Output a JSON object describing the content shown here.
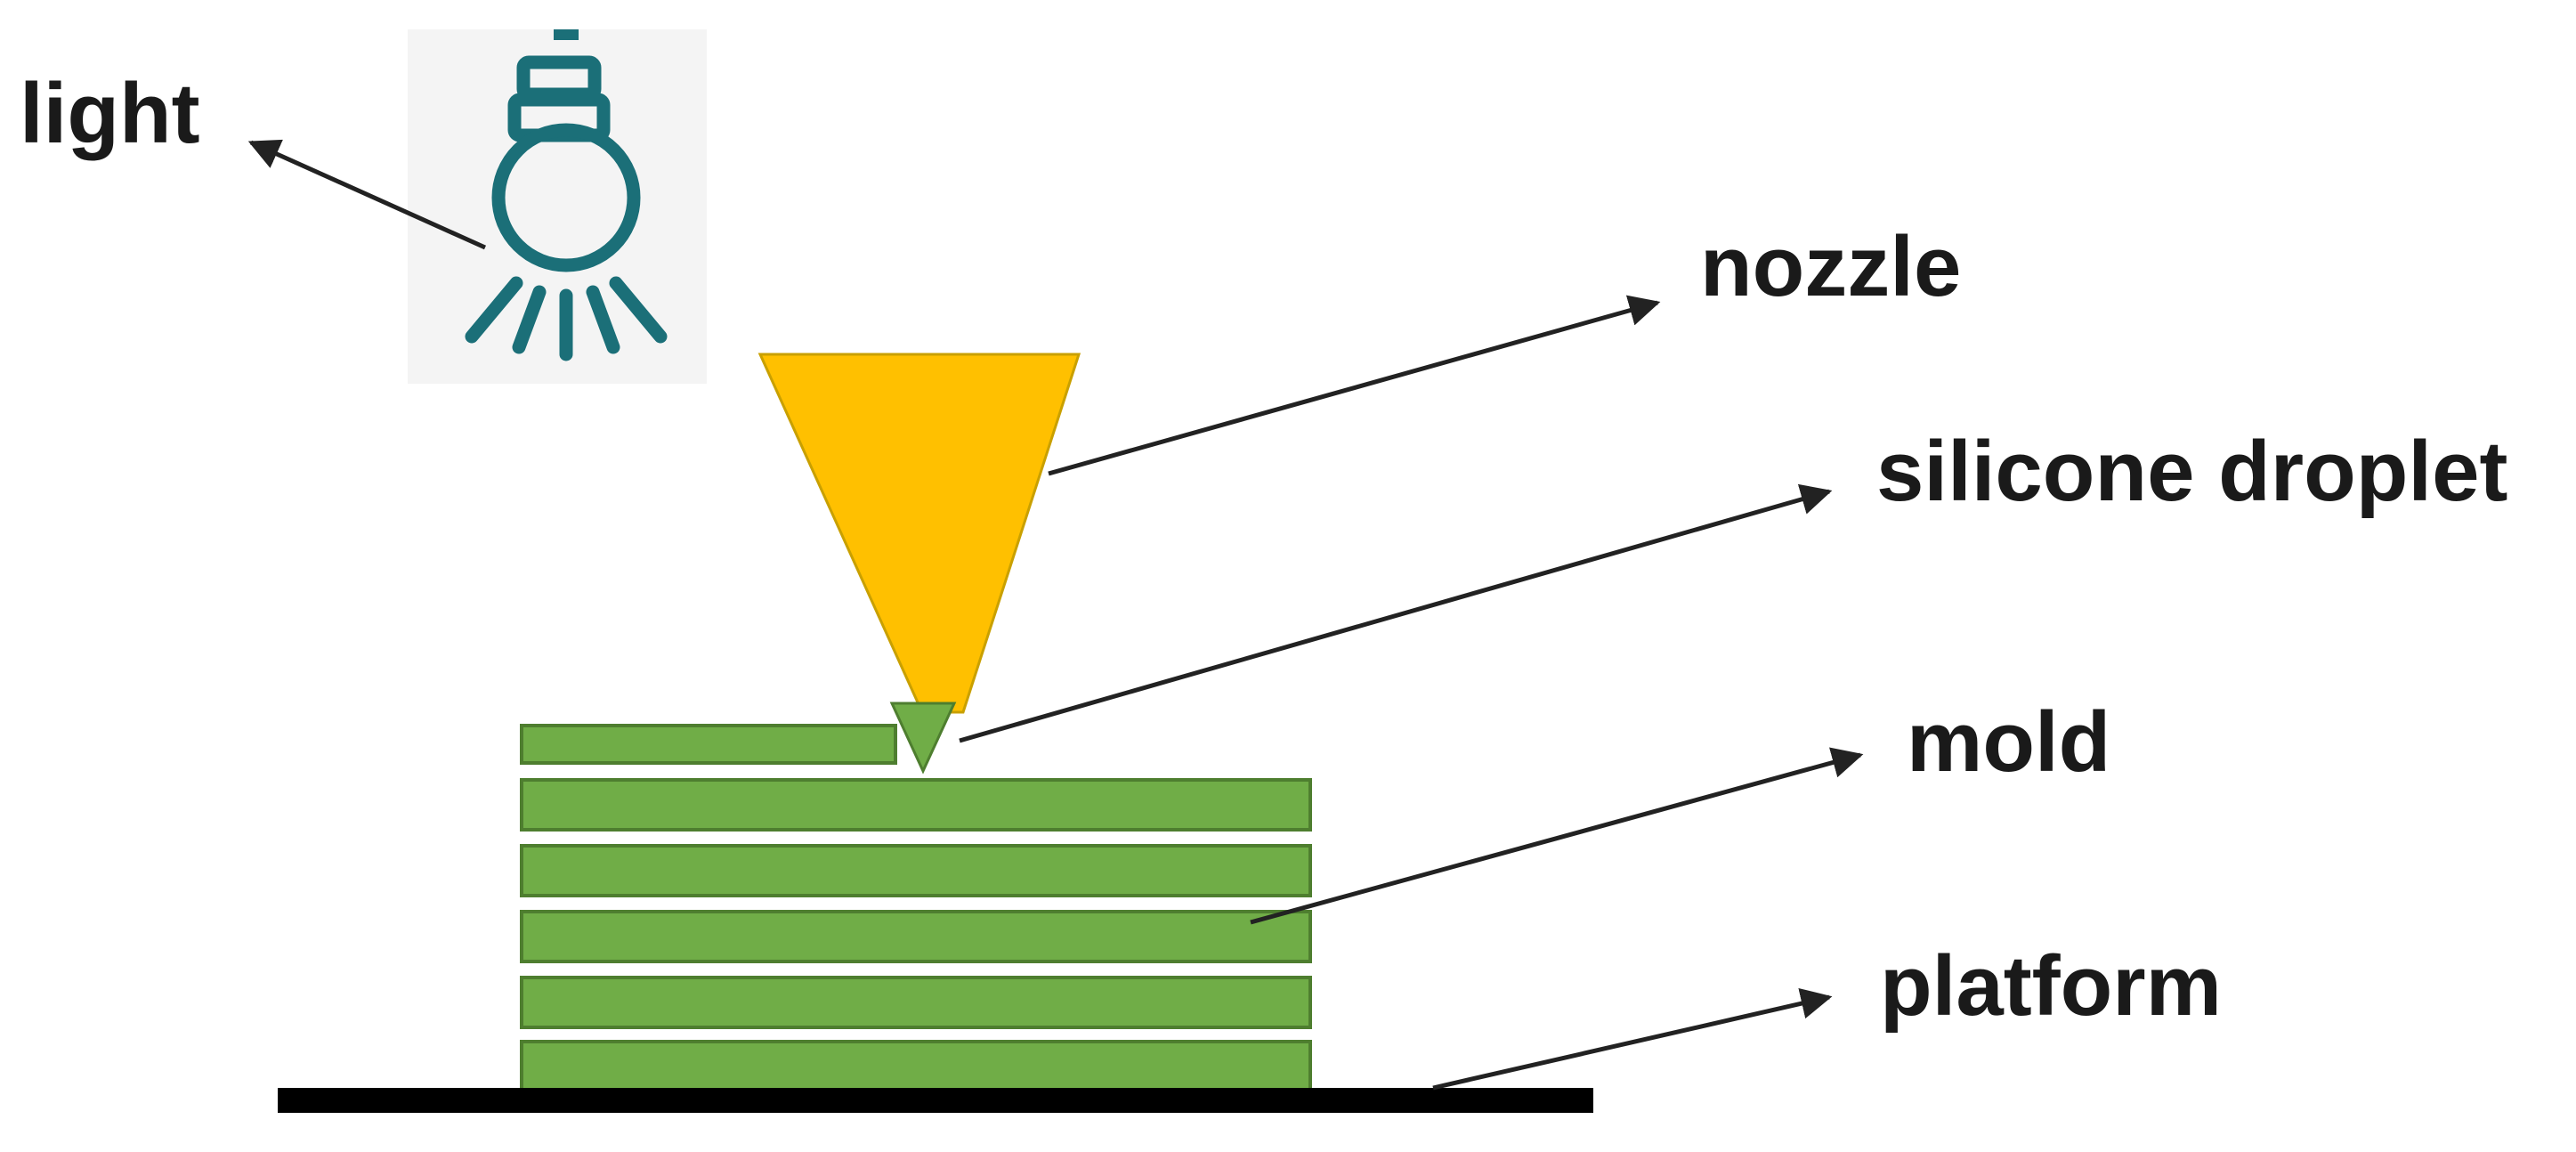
{
  "labels": {
    "light": "light",
    "nozzle": "nozzle",
    "droplet": "silicone droplet",
    "mold": "mold",
    "platform": "platform"
  },
  "icons": {
    "light": "light-bulb-icon"
  },
  "colors": {
    "nozzle_fill": "#FFC000",
    "nozzle_stroke": "#C9A000",
    "droplet_fill": "#70AD47",
    "mold_fill": "#70AD47",
    "mold_stroke": "#4E7E2F",
    "platform": "#000000",
    "bulb": "#1B6F78",
    "icon_bg": "#F4F4F4",
    "arrow": "#222222",
    "text": "#1a1a1a"
  },
  "mold": {
    "full_layers": 5,
    "partial_layers": 1
  }
}
